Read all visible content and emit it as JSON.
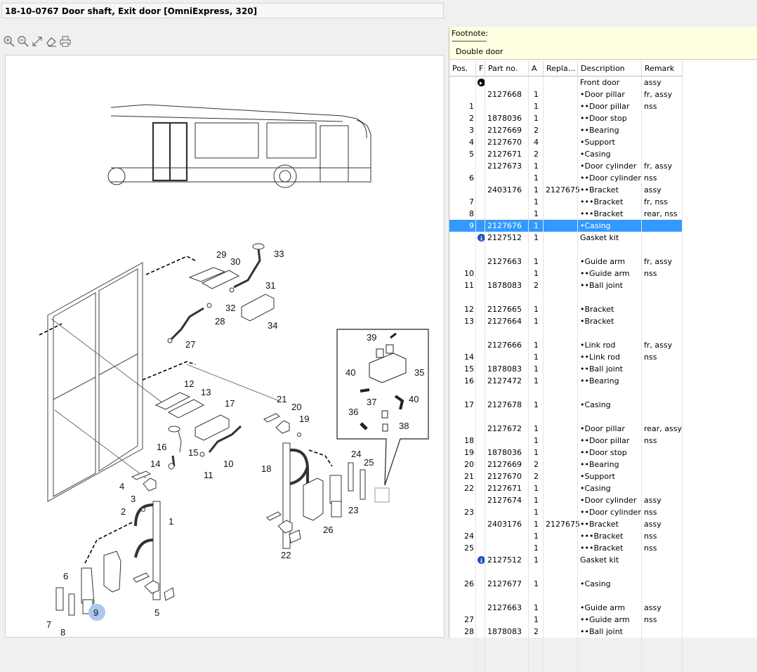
{
  "title": "18-10-0767 Door shaft, Exit door [OmniExpress, 320]",
  "toolbar": {
    "icons": [
      "zoom-in-icon",
      "zoom-out-icon",
      "fit-to-window-icon",
      "eraser-icon",
      "print-icon"
    ]
  },
  "footnote": {
    "label": "Footnote:",
    "separator": "----------------------",
    "text": "Double door"
  },
  "columns": [
    "Pos.",
    "F",
    "Part no.",
    "A",
    "Repla...",
    "Description",
    "Remark"
  ],
  "rows": [
    {
      "pos": "",
      "f": "arrow",
      "part": "",
      "a": "",
      "repl": "",
      "desc": "Front door",
      "remark": "assy"
    },
    {
      "pos": "",
      "f": "",
      "part": "2127668",
      "a": "1",
      "repl": "",
      "desc": "•Door pillar",
      "remark": "fr, assy"
    },
    {
      "pos": "1",
      "f": "",
      "part": "",
      "a": "1",
      "repl": "",
      "desc": "••Door pillar",
      "remark": "nss"
    },
    {
      "pos": "2",
      "f": "",
      "part": "1878036",
      "a": "1",
      "repl": "",
      "desc": "••Door stop",
      "remark": ""
    },
    {
      "pos": "3",
      "f": "",
      "part": "2127669",
      "a": "2",
      "repl": "",
      "desc": "••Bearing",
      "remark": ""
    },
    {
      "pos": "4",
      "f": "",
      "part": "2127670",
      "a": "4",
      "repl": "",
      "desc": "•Support",
      "remark": ""
    },
    {
      "pos": "5",
      "f": "",
      "part": "2127671",
      "a": "2",
      "repl": "",
      "desc": "•Casing",
      "remark": ""
    },
    {
      "pos": "",
      "f": "",
      "part": "2127673",
      "a": "1",
      "repl": "",
      "desc": "•Door cylinder",
      "remark": "fr, assy"
    },
    {
      "pos": "6",
      "f": "",
      "part": "",
      "a": "1",
      "repl": "",
      "desc": "••Door cylinder",
      "remark": "nss"
    },
    {
      "pos": "",
      "f": "",
      "part": "2403176",
      "a": "1",
      "repl": "2127675",
      "desc": "••Bracket",
      "remark": "assy"
    },
    {
      "pos": "7",
      "f": "",
      "part": "",
      "a": "1",
      "repl": "",
      "desc": "•••Bracket",
      "remark": "fr, nss"
    },
    {
      "pos": "8",
      "f": "",
      "part": "",
      "a": "1",
      "repl": "",
      "desc": "•••Bracket",
      "remark": "rear, nss"
    },
    {
      "pos": "9",
      "f": "",
      "part": "2127676",
      "a": "1",
      "repl": "",
      "desc": "•Casing",
      "remark": "",
      "selected": true
    },
    {
      "pos": "",
      "f": "info",
      "part": "2127512",
      "a": "1",
      "repl": "",
      "desc": "Gasket kit",
      "remark": ""
    },
    {
      "pos": "",
      "f": "",
      "part": "",
      "a": "",
      "repl": "",
      "desc": "",
      "remark": ""
    },
    {
      "pos": "",
      "f": "",
      "part": "2127663",
      "a": "1",
      "repl": "",
      "desc": "•Guide arm",
      "remark": "fr, assy"
    },
    {
      "pos": "10",
      "f": "",
      "part": "",
      "a": "1",
      "repl": "",
      "desc": "••Guide arm",
      "remark": "nss"
    },
    {
      "pos": "11",
      "f": "",
      "part": "1878083",
      "a": "2",
      "repl": "",
      "desc": "••Ball joint",
      "remark": ""
    },
    {
      "pos": "",
      "f": "",
      "part": "",
      "a": "",
      "repl": "",
      "desc": "",
      "remark": ""
    },
    {
      "pos": "12",
      "f": "",
      "part": "2127665",
      "a": "1",
      "repl": "",
      "desc": "•Bracket",
      "remark": ""
    },
    {
      "pos": "13",
      "f": "",
      "part": "2127664",
      "a": "1",
      "repl": "",
      "desc": "•Bracket",
      "remark": ""
    },
    {
      "pos": "",
      "f": "",
      "part": "",
      "a": "",
      "repl": "",
      "desc": "",
      "remark": ""
    },
    {
      "pos": "",
      "f": "",
      "part": "2127666",
      "a": "1",
      "repl": "",
      "desc": "•Link rod",
      "remark": "fr, assy"
    },
    {
      "pos": "14",
      "f": "",
      "part": "",
      "a": "1",
      "repl": "",
      "desc": "••Link rod",
      "remark": "nss"
    },
    {
      "pos": "15",
      "f": "",
      "part": "1878083",
      "a": "1",
      "repl": "",
      "desc": "••Ball joint",
      "remark": ""
    },
    {
      "pos": "16",
      "f": "",
      "part": "2127472",
      "a": "1",
      "repl": "",
      "desc": "••Bearing",
      "remark": ""
    },
    {
      "pos": "",
      "f": "",
      "part": "",
      "a": "",
      "repl": "",
      "desc": "",
      "remark": ""
    },
    {
      "pos": "17",
      "f": "",
      "part": "2127678",
      "a": "1",
      "repl": "",
      "desc": "•Casing",
      "remark": ""
    },
    {
      "pos": "",
      "f": "",
      "part": "",
      "a": "",
      "repl": "",
      "desc": "",
      "remark": ""
    },
    {
      "pos": "",
      "f": "",
      "part": "2127672",
      "a": "1",
      "repl": "",
      "desc": "•Door pillar",
      "remark": "rear, assy"
    },
    {
      "pos": "18",
      "f": "",
      "part": "",
      "a": "1",
      "repl": "",
      "desc": "••Door pillar",
      "remark": "nss"
    },
    {
      "pos": "19",
      "f": "",
      "part": "1878036",
      "a": "1",
      "repl": "",
      "desc": "••Door stop",
      "remark": ""
    },
    {
      "pos": "20",
      "f": "",
      "part": "2127669",
      "a": "2",
      "repl": "",
      "desc": "••Bearing",
      "remark": ""
    },
    {
      "pos": "21",
      "f": "",
      "part": "2127670",
      "a": "2",
      "repl": "",
      "desc": "•Support",
      "remark": ""
    },
    {
      "pos": "22",
      "f": "",
      "part": "2127671",
      "a": "1",
      "repl": "",
      "desc": "•Casing",
      "remark": ""
    },
    {
      "pos": "",
      "f": "",
      "part": "2127674",
      "a": "1",
      "repl": "",
      "desc": "•Door cylinder",
      "remark": "assy"
    },
    {
      "pos": "23",
      "f": "",
      "part": "",
      "a": "1",
      "repl": "",
      "desc": "••Door cylinder",
      "remark": "nss"
    },
    {
      "pos": "",
      "f": "",
      "part": "2403176",
      "a": "1",
      "repl": "2127675",
      "desc": "••Bracket",
      "remark": "assy"
    },
    {
      "pos": "24",
      "f": "",
      "part": "",
      "a": "1",
      "repl": "",
      "desc": "•••Bracket",
      "remark": "nss"
    },
    {
      "pos": "25",
      "f": "",
      "part": "",
      "a": "1",
      "repl": "",
      "desc": "•••Bracket",
      "remark": "nss"
    },
    {
      "pos": "",
      "f": "info",
      "part": "2127512",
      "a": "1",
      "repl": "",
      "desc": "Gasket kit",
      "remark": ""
    },
    {
      "pos": "",
      "f": "",
      "part": "",
      "a": "",
      "repl": "",
      "desc": "",
      "remark": ""
    },
    {
      "pos": "26",
      "f": "",
      "part": "2127677",
      "a": "1",
      "repl": "",
      "desc": "•Casing",
      "remark": ""
    },
    {
      "pos": "",
      "f": "",
      "part": "",
      "a": "",
      "repl": "",
      "desc": "",
      "remark": ""
    },
    {
      "pos": "",
      "f": "",
      "part": "2127663",
      "a": "1",
      "repl": "",
      "desc": "•Guide arm",
      "remark": "assy"
    },
    {
      "pos": "27",
      "f": "",
      "part": "",
      "a": "1",
      "repl": "",
      "desc": "••Guide arm",
      "remark": "nss"
    },
    {
      "pos": "28",
      "f": "",
      "part": "1878083",
      "a": "2",
      "repl": "",
      "desc": "••Ball joint",
      "remark": ""
    }
  ],
  "diagram": {
    "selected_callout": "9",
    "callouts": [
      "1",
      "2",
      "3",
      "4",
      "5",
      "6",
      "7",
      "8",
      "9",
      "10",
      "11",
      "12",
      "13",
      "14",
      "15",
      "16",
      "17",
      "18",
      "19",
      "20",
      "21",
      "22",
      "23",
      "24",
      "25",
      "26",
      "27",
      "28",
      "29",
      "30",
      "31",
      "32",
      "33",
      "34",
      "35",
      "36",
      "37",
      "38",
      "39",
      "40"
    ],
    "highlight_color": "#aac7ef"
  },
  "colors": {
    "selection": "#3399ff",
    "footnote_bg": "#ffffe1"
  }
}
